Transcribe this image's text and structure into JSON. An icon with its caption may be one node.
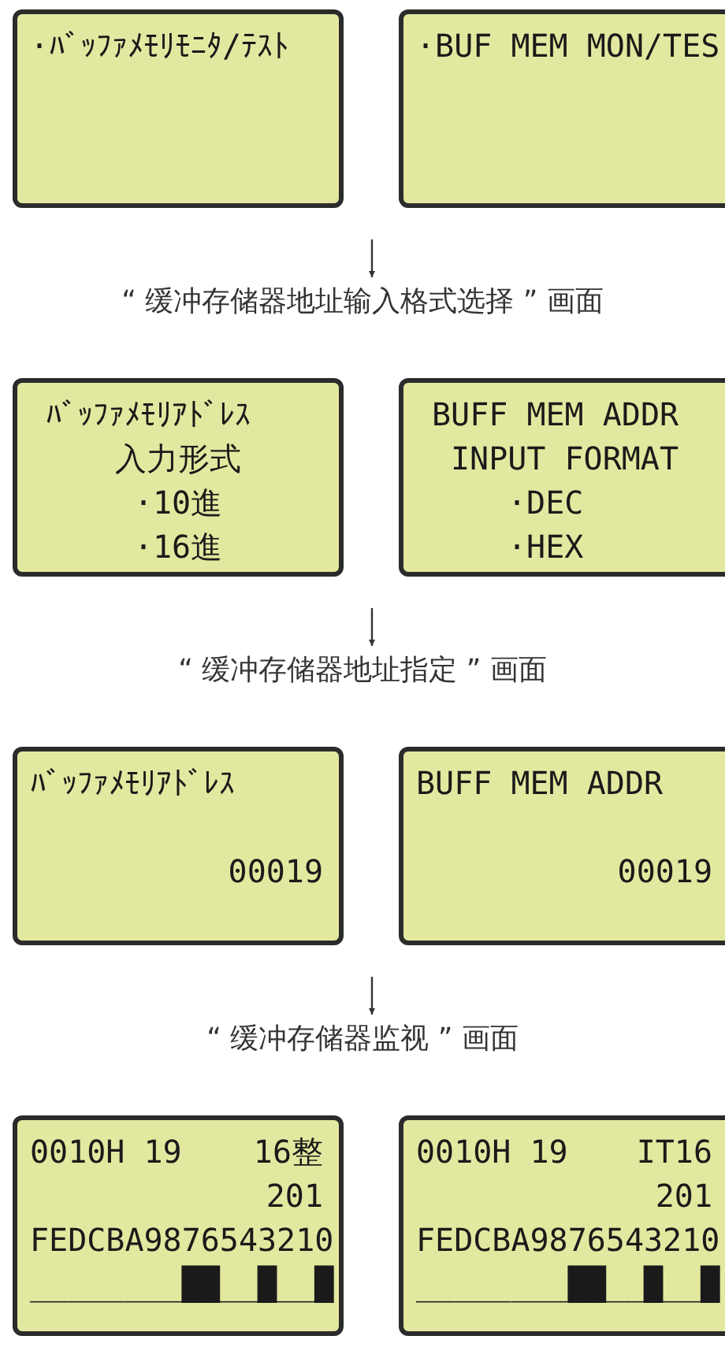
{
  "diagram": {
    "nodes": [
      {
        "text": [
          "·ﾊﾞｯﾌｧﾒﾓﾘﾓﾆﾀ/ﾃｽﾄ"
        ]
      },
      {
        "text": [
          "·BUF MEM MON/TES"
        ]
      },
      {
        "text": [
          "“ 缓冲存储器地址输入格式选择 ” 画面"
        ]
      },
      {
        "text": [
          "ﾊﾞｯﾌｧﾒﾓﾘｱﾄﾞﾚｽ",
          "入力形式",
          "·10進",
          "·16進"
        ]
      },
      {
        "text": [
          "BUFF MEM ADDR",
          "INPUT FORMAT",
          "·DEC",
          "·HEX"
        ]
      },
      {
        "text": [
          "“ 缓冲存储器地址指定 ” 画面"
        ]
      },
      {
        "text": [
          "ﾊﾞｯﾌｧﾒﾓﾘｱﾄﾞﾚｽ",
          "00019"
        ]
      },
      {
        "text": [
          "BUFF MEM ADDR",
          "00019"
        ]
      },
      {
        "text": [
          "“ 缓冲存储器监视 ” 画面"
        ]
      },
      {
        "text": [
          "0010H 19",
          "16整",
          "201",
          "FEDCBA9876543210",
          "________██__█__█"
        ]
      },
      {
        "text": [
          "0010H 19",
          "IT16",
          "201",
          "FEDCBA9876543210",
          "________██__█__█"
        ]
      }
    ],
    "edges": [
      {
        "from": null,
        "to": 2,
        "arrow": "to"
      },
      {
        "from": null,
        "to": 5,
        "arrow": "to"
      },
      {
        "from": null,
        "to": 8,
        "arrow": "to"
      }
    ]
  }
}
